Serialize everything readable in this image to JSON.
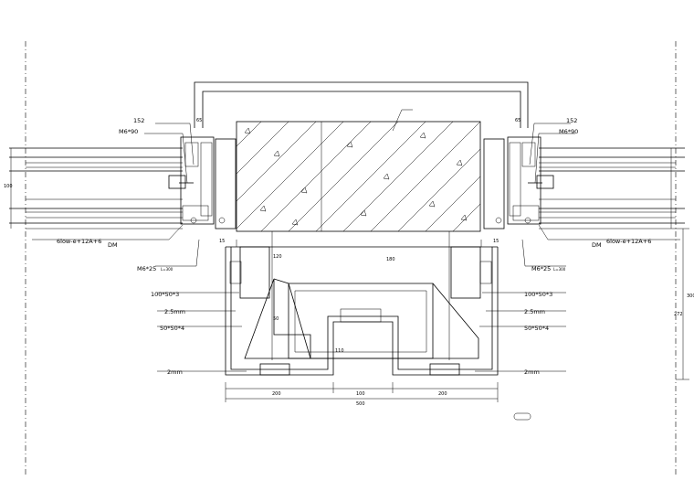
{
  "labels": {
    "l152": "152",
    "l152_note": "",
    "m6x90": "M6*90",
    "m6x90_note": "",
    "m6x25": "M6*25",
    "m6x25_note": "L=300",
    "glass": "6low-e+12A+6",
    "glass_note": "",
    "steel_100": "100*50*3",
    "steel_100_note": "",
    "alu_25": "2.5mm",
    "alu_25_note": "",
    "steel_50": "50*50*4",
    "steel_50_note": "",
    "plate_2mm": "2mm",
    "plate_2mm_note": "",
    "tag": "",
    "side_label": "DM"
  },
  "dims": {
    "d200a": "200",
    "d100": "100",
    "d200b": "200",
    "d500": "500",
    "d65a": "65",
    "d65b": "65",
    "d15a": "15",
    "d15b": "15",
    "d300": "300",
    "d272": "272",
    "d100v": "100",
    "d120": "120",
    "d50": "50",
    "d110": "110",
    "d180": "180"
  }
}
